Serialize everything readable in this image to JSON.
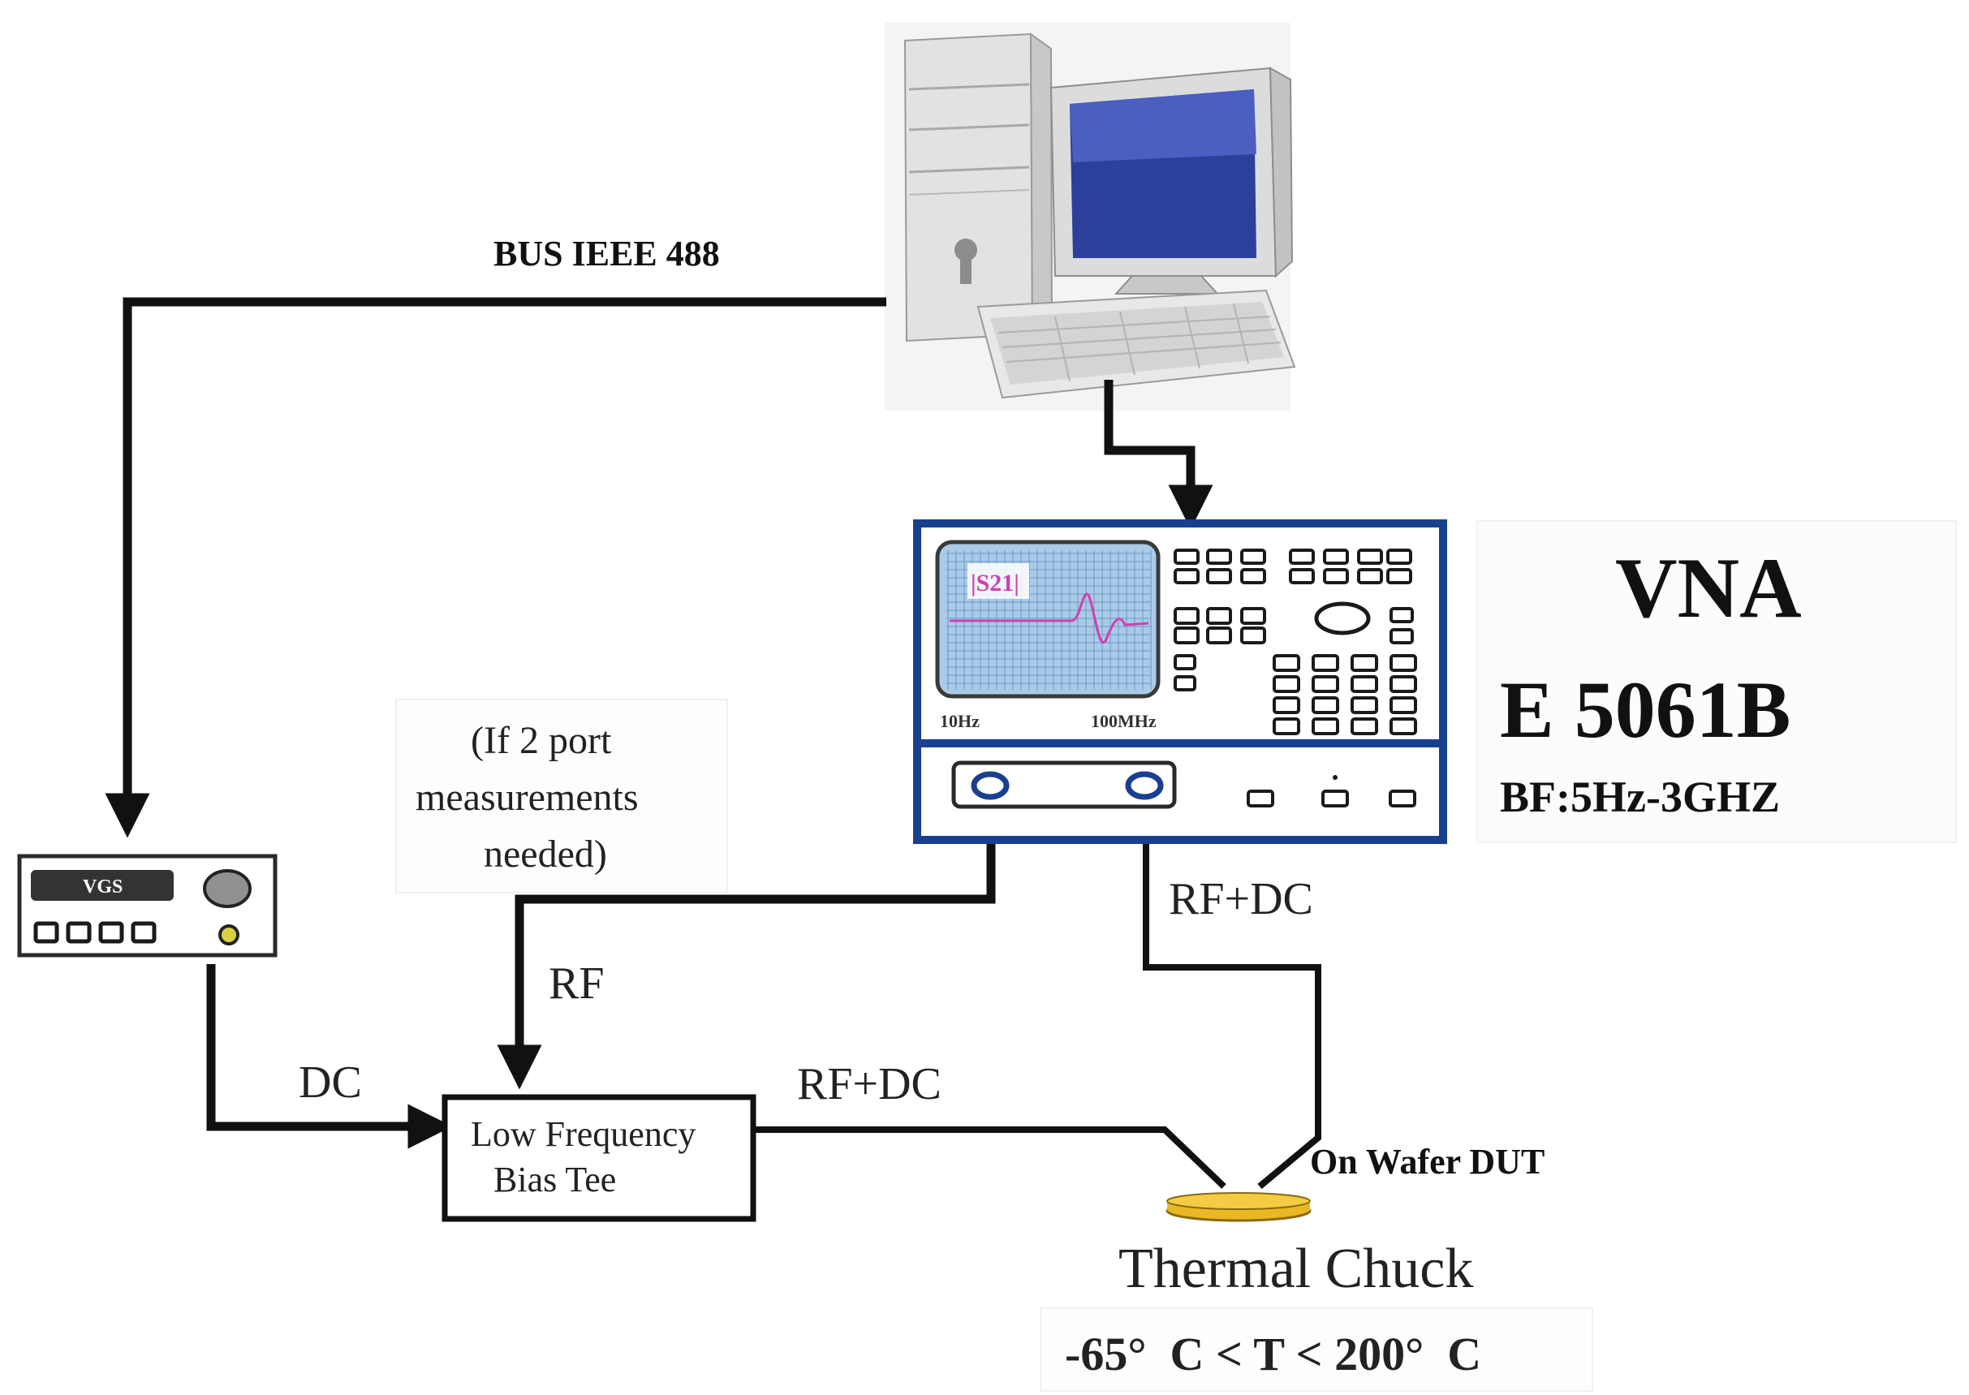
{
  "labels": {
    "bus": "BUS IEEE 488",
    "vna_title": "VNA",
    "vna_model": "E 5061B",
    "vna_band": "BF:5Hz-3GHZ",
    "two_port_line1": "(If 2 port",
    "two_port_line2": "measurements",
    "two_port_line3": "needed)",
    "rf": "RF",
    "dc": "DC",
    "rf_dc_top": "RF+DC",
    "rf_dc_bottom": "RF+DC",
    "bias_tee_line1": "Low Frequency",
    "bias_tee_line2": "Bias Tee",
    "dut": "On Wafer DUT",
    "chuck": "Thermal Chuck",
    "temp_range": "-65°  C < T < 200°  C",
    "screen_trace": "|S21|",
    "freq_start": "10Hz",
    "freq_stop": "100MHz",
    "psu_display": "VGS"
  },
  "colors": {
    "vna_frame": "#1b3f8f",
    "screen_bg": "#a9cbe8",
    "trace": "#d040b0",
    "chuck": "#e9b824",
    "wire": "#111111"
  }
}
